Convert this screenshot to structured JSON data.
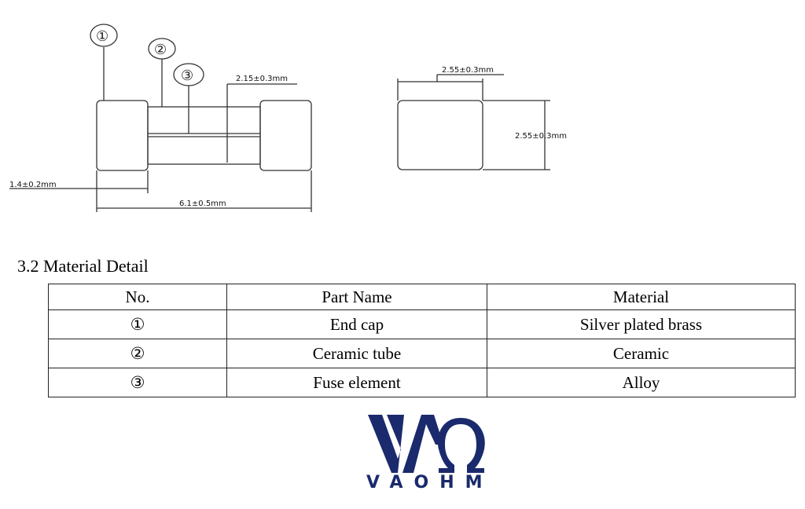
{
  "drawing": {
    "callouts": [
      "①",
      "②",
      "③"
    ],
    "dims": {
      "inner_dia": "2.15±0.3mm",
      "cap_len": "1.4±0.2mm",
      "total_len": "6.1±0.5mm",
      "end_width": "2.55±0.3mm",
      "end_height": "2.55±0.3mm"
    }
  },
  "section": {
    "title": "3.2  Material Detail"
  },
  "table": {
    "headers": [
      "No.",
      "Part Name",
      "Material"
    ],
    "rows": [
      {
        "no": "①",
        "part": "End cap",
        "material": "Silver plated brass"
      },
      {
        "no": "②",
        "part": "Ceramic tube",
        "material": "Ceramic"
      },
      {
        "no": "③",
        "part": "Fuse element",
        "material": "Alloy"
      }
    ]
  },
  "logo": {
    "text": "VAOHM",
    "color": "#1a2a6c"
  }
}
